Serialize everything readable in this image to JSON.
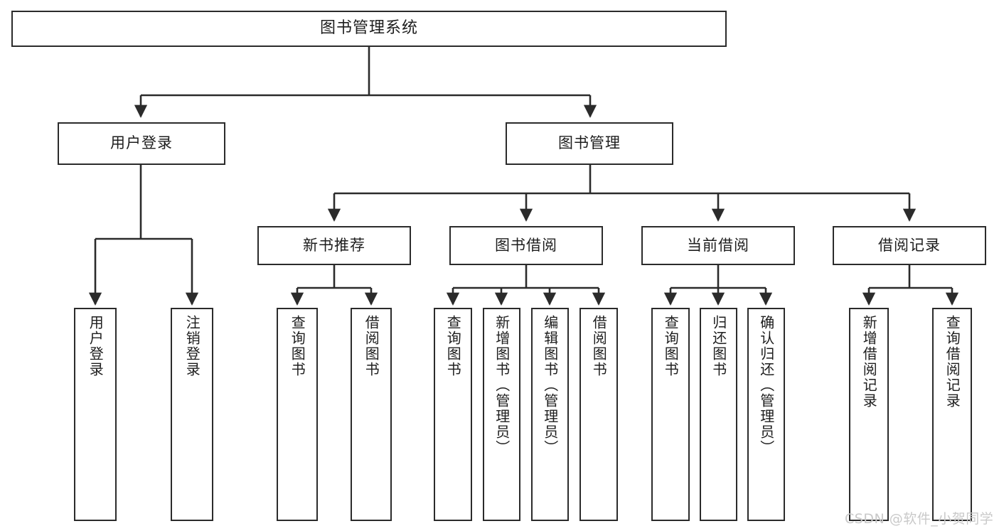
{
  "diagram": {
    "type": "tree",
    "title": "图书管理系统",
    "orientation": "top-down",
    "colors": {
      "box_border": "#2b2b2b",
      "box_fill": "#ffffff",
      "edge": "#2b2b2b",
      "text": "#1d1d1d",
      "watermark": "#c9c9c9",
      "background": "#ffffff"
    }
  },
  "root": {
    "label": "图书管理系统"
  },
  "level1": [
    {
      "label": "用户登录"
    },
    {
      "label": "图书管理"
    }
  ],
  "level2": [
    {
      "label": "新书推荐"
    },
    {
      "label": "图书借阅"
    },
    {
      "label": "当前借阅"
    },
    {
      "label": "借阅记录"
    }
  ],
  "leaves": {
    "user_login": [
      {
        "label": "用户登录"
      },
      {
        "label": "注销登录"
      }
    ],
    "new_book_recommend": [
      {
        "label": "查询图书"
      },
      {
        "label": "借阅图书"
      }
    ],
    "book_borrow": [
      {
        "label": "查询图书"
      },
      {
        "label": "新增图书（管理员）"
      },
      {
        "label": "编辑图书（管理员）"
      },
      {
        "label": "借阅图书"
      }
    ],
    "current_borrow": [
      {
        "label": "查询图书"
      },
      {
        "label": "归还图书"
      },
      {
        "label": "确认归还（管理员）"
      }
    ],
    "borrow_record": [
      {
        "label": "新增借阅记录"
      },
      {
        "label": "查询借阅记录"
      }
    ]
  },
  "watermark": {
    "text": "CSDN @软件_小贺同学"
  }
}
